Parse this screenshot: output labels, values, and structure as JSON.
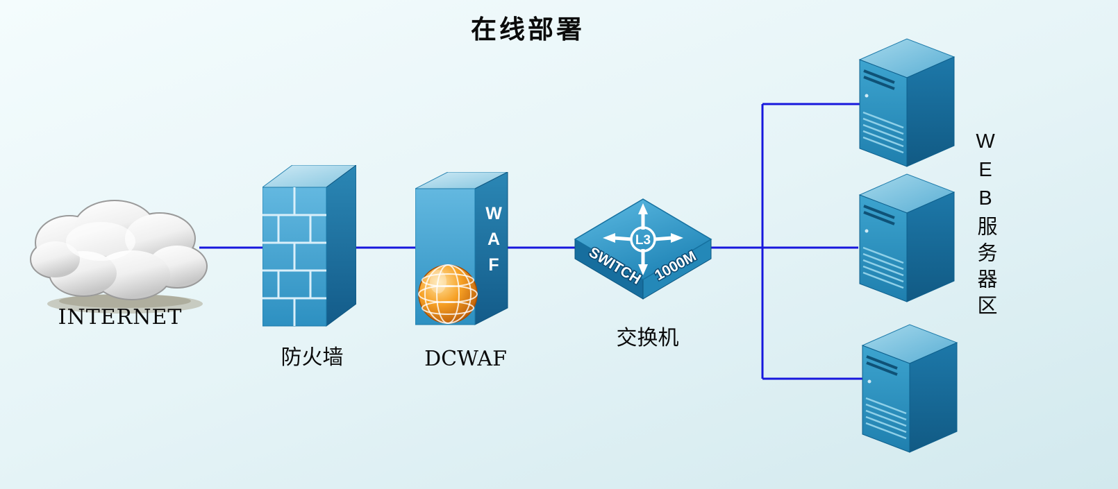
{
  "diagram": {
    "title": "在线部署",
    "line_color": "#1717dd",
    "accent_blue": "#2f92c2",
    "globe_orange": "#f6a024",
    "nodes": {
      "internet": {
        "label": "INTERNET"
      },
      "firewall": {
        "label": "防火墙"
      },
      "waf": {
        "label": "DCWAF",
        "device_text": "WAF"
      },
      "switch": {
        "label": "交换机",
        "badge": "L3",
        "text_left": "SWITCH",
        "text_right": "1000M"
      },
      "servers": {
        "label": "WEB服务器区"
      }
    }
  }
}
